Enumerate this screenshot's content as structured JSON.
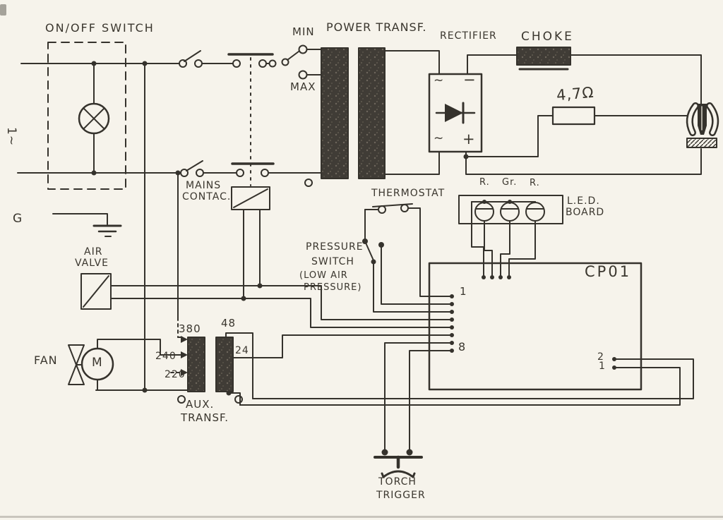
{
  "colors": {
    "paper": "#f6f3eb",
    "ink": "#35322c"
  },
  "labels": {
    "on_off_switch": "ON/OFF SWITCH",
    "phase": "1~",
    "min": "MIN",
    "max": "MAX",
    "power_transformer": "POWER TRANSF.",
    "rectifier": "RECTIFIER",
    "rect_ac_top": "~",
    "rect_minus": "−",
    "rect_ac_bottom": "~",
    "rect_plus": "+",
    "choke": "CHOKE",
    "resistor_value": "4,7Ω",
    "mains_1": "MAINS",
    "mains_2": "CONTAC.",
    "ground": "G",
    "thermostat": "THERMOSTAT",
    "led_left": "R.",
    "led_mid": "Gr.",
    "led_right": "R.",
    "led_board_1": "L.E.D.",
    "led_board_2": "BOARD",
    "pressure_1": "PRESSURE",
    "pressure_2": "SWITCH",
    "pressure_3": "(LOW AIR",
    "pressure_4": "PRESSURE)",
    "air_1": "AIR",
    "air_2": "VALVE",
    "fan": "FAN",
    "motor": "M",
    "tap_380": "380",
    "tap_240": "240",
    "tap_220": "220",
    "tap_48": "48",
    "tap_24": "24",
    "aux_1": "AUX.",
    "aux_2": "TRANSF.",
    "board": "CP01",
    "pin_left_first": "1",
    "pin_left_last": "8",
    "pin_right_top": "2",
    "pin_right_bottom": "1",
    "trigger_1": "TORCH",
    "trigger_2": "TRIGGER"
  }
}
